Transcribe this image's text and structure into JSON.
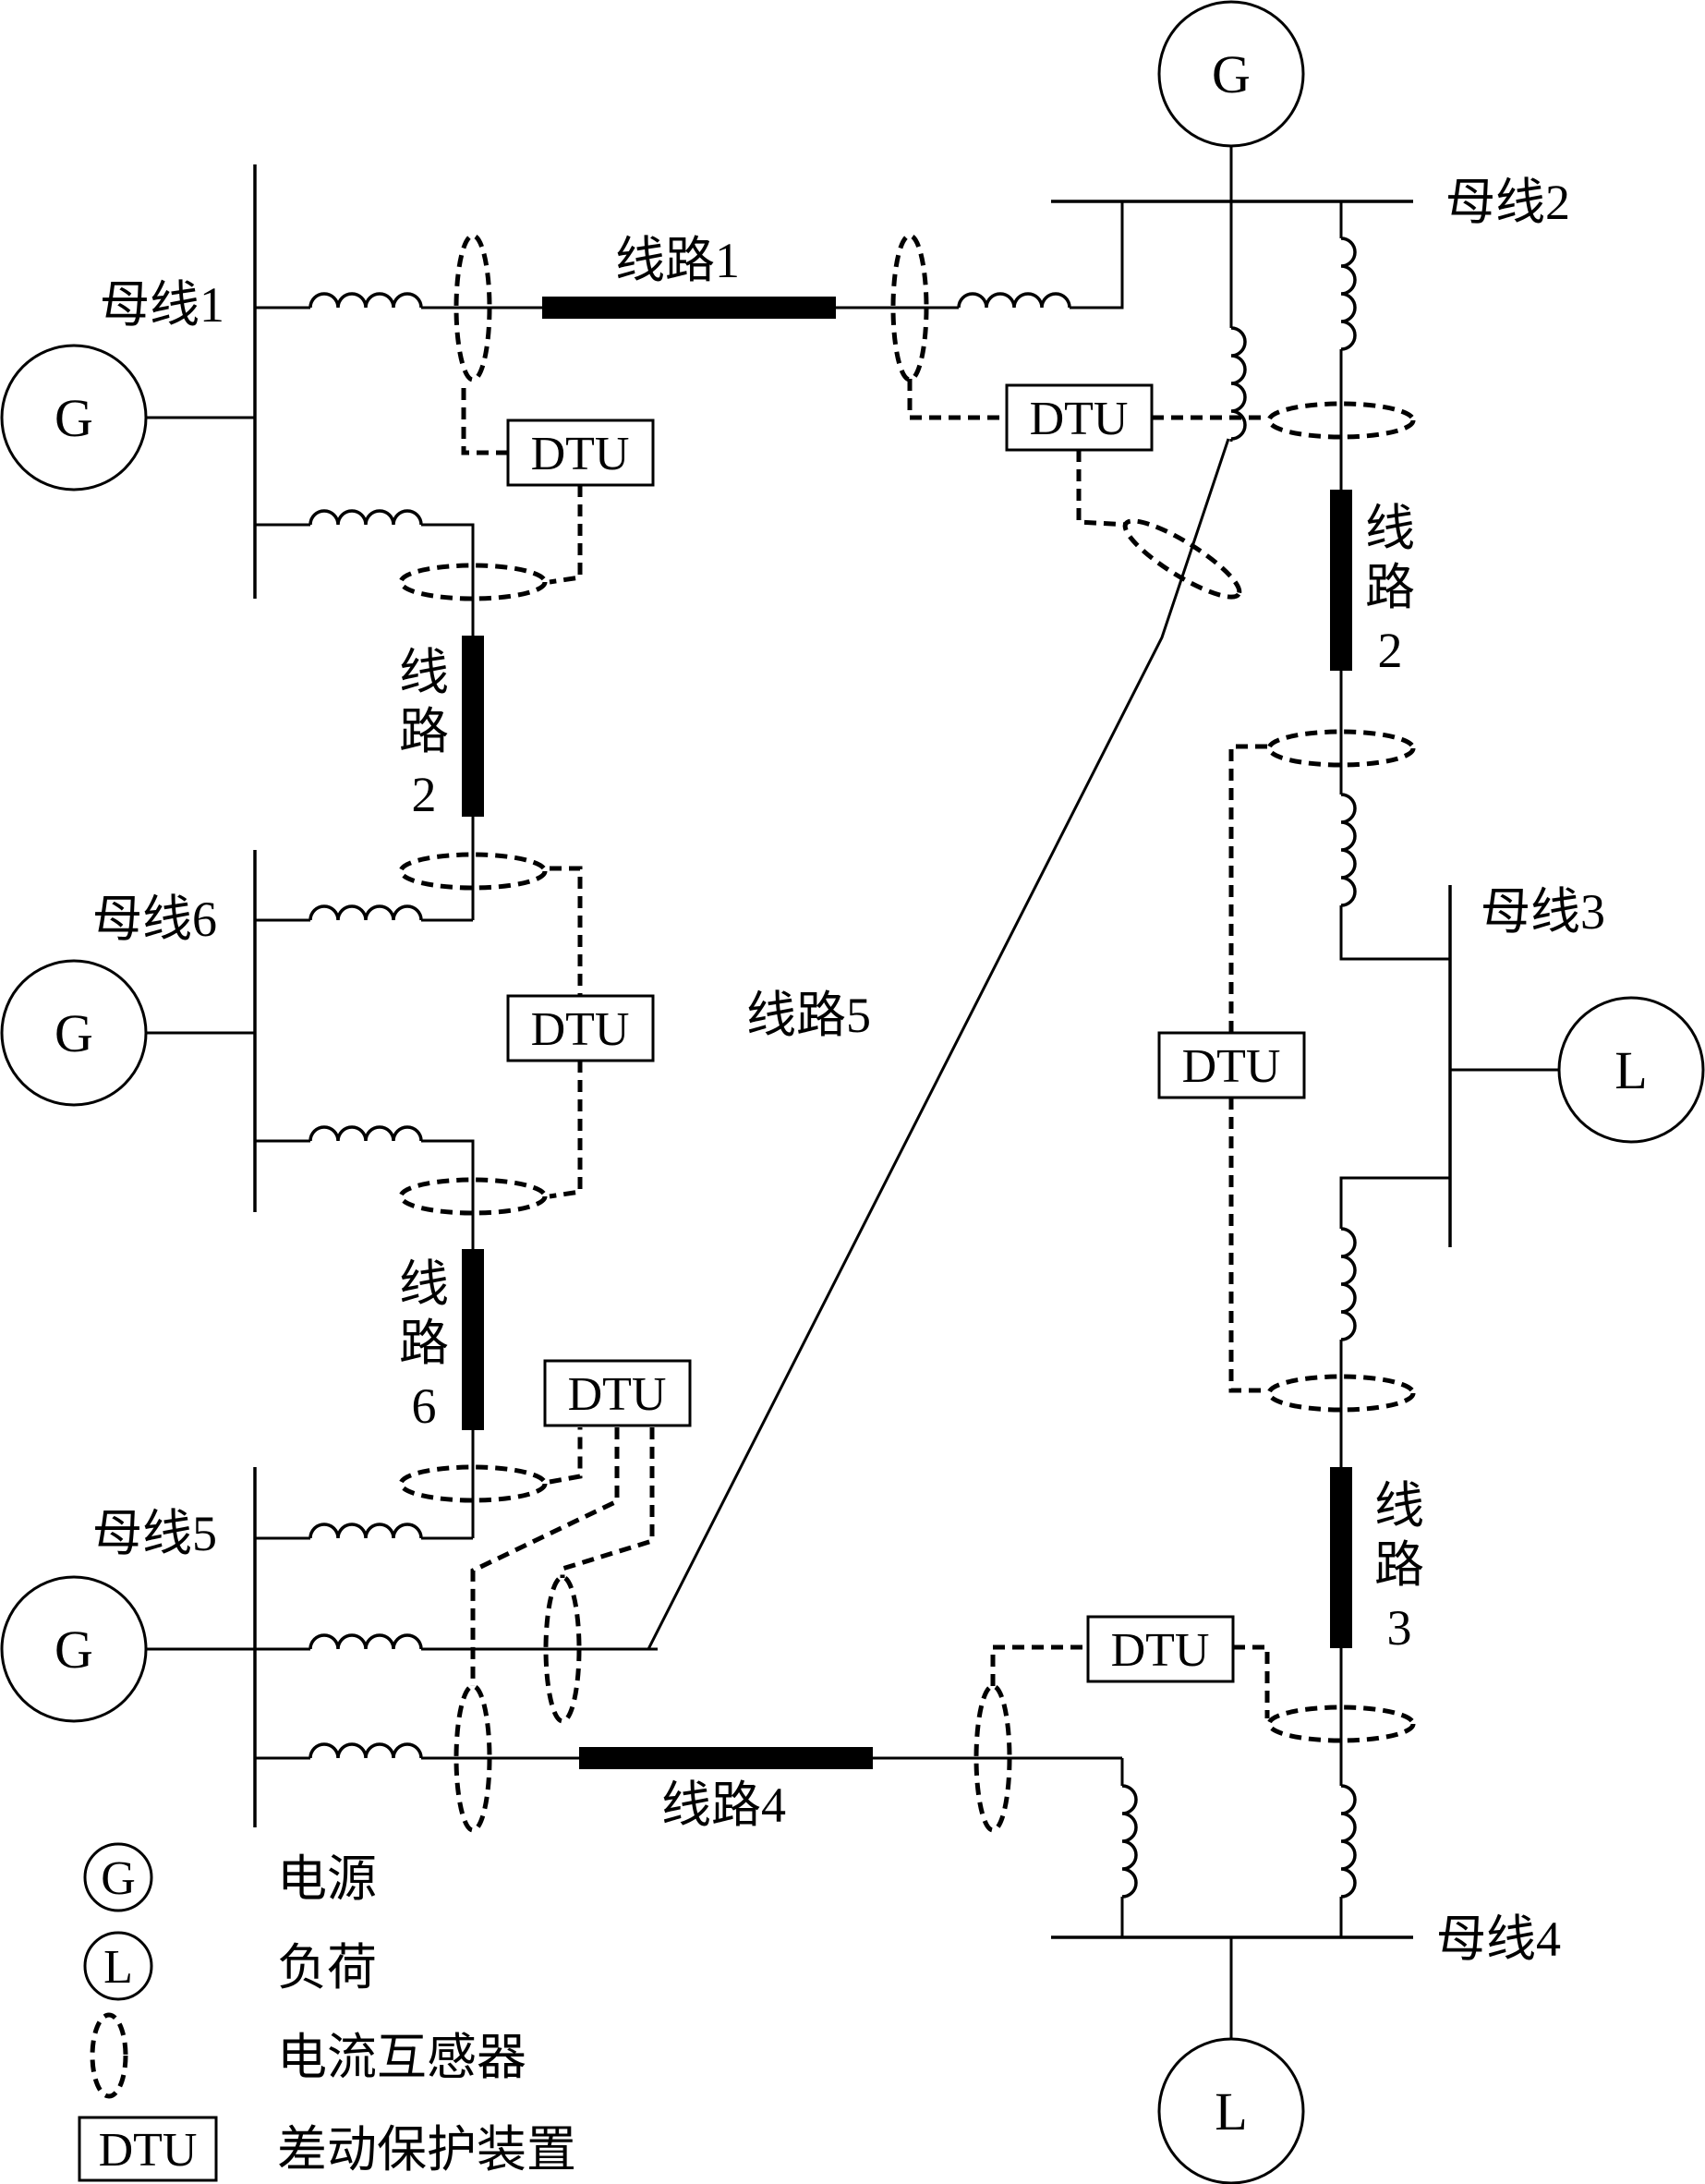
{
  "buses": {
    "bus1": "母线1",
    "bus2": "母线2",
    "bus3": "母线3",
    "bus4": "母线4",
    "bus5": "母线5",
    "bus6": "母线6"
  },
  "lines": {
    "line1": "线路1",
    "line2_left": [
      "线",
      "路",
      "2"
    ],
    "line2_right": [
      "线",
      "路",
      "2"
    ],
    "line3": [
      "线",
      "路",
      "3"
    ],
    "line4": "线路4",
    "line5": "线路5",
    "line6": [
      "线",
      "路",
      "6"
    ]
  },
  "symbols": {
    "generator": "G",
    "load": "L",
    "dtu": "DTU"
  },
  "legend": {
    "items": [
      {
        "symbol": "G",
        "label": "电源"
      },
      {
        "symbol": "L",
        "label": "负荷"
      },
      {
        "symbol": "ct-ellipse-icon",
        "label": "电流互感器"
      },
      {
        "symbol": "DTU",
        "label": "差动保护装置"
      }
    ]
  }
}
